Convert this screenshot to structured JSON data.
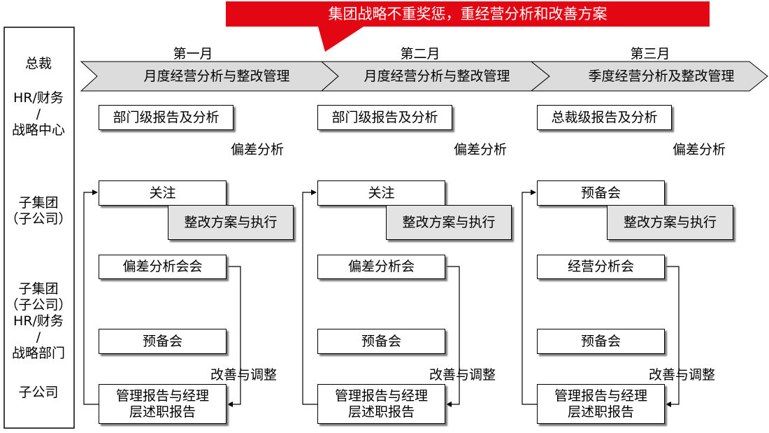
{
  "banner": {
    "text": "集团战略不重奖惩，重经营分析和改善方案",
    "color": "#e30613"
  },
  "sidebar": {
    "rows": [
      {
        "lines": [
          "总裁"
        ]
      },
      {
        "lines": [
          "HR/财务",
          "/",
          "战略中心"
        ]
      },
      {
        "lines": [
          "子集团",
          "（子公司）"
        ]
      },
      {
        "lines": [
          "子集团",
          "（子公司）",
          "HR/财务",
          "/",
          "战略部门"
        ]
      },
      {
        "lines": [
          "子公司"
        ]
      }
    ]
  },
  "months": [
    {
      "label": "第一月",
      "process": "月度经营分析与整改管理",
      "report": "部门级报告及分析",
      "deviation": "偏差分析",
      "focus": "关注",
      "rectify": "整改方案与执行",
      "meeting": "偏差分析会会",
      "prep": "预备会",
      "improve": "改善与调整",
      "mgmt_report": [
        "管理报告与经理",
        "层述职报告"
      ]
    },
    {
      "label": "第二月",
      "process": "月度经营分析与整改管理",
      "report": "部门级报告及分析",
      "deviation": "偏差分析",
      "focus": "关注",
      "rectify": "整改方案与执行",
      "meeting": "偏差分析会",
      "prep": "预备会",
      "improve": "改善与调整",
      "mgmt_report": [
        "管理报告与经理",
        "层述职报告"
      ]
    },
    {
      "label": "第三月",
      "process": "季度经营分析及整改管理",
      "report": "总裁级报告及分析",
      "deviation": "偏差分析",
      "focus": "预备会",
      "rectify": "整改方案与执行",
      "meeting": "经营分析会",
      "prep": "预备会",
      "improve": "改善与调整",
      "mgmt_report": [
        "管理报告与经理",
        "层述职报告"
      ]
    }
  ]
}
